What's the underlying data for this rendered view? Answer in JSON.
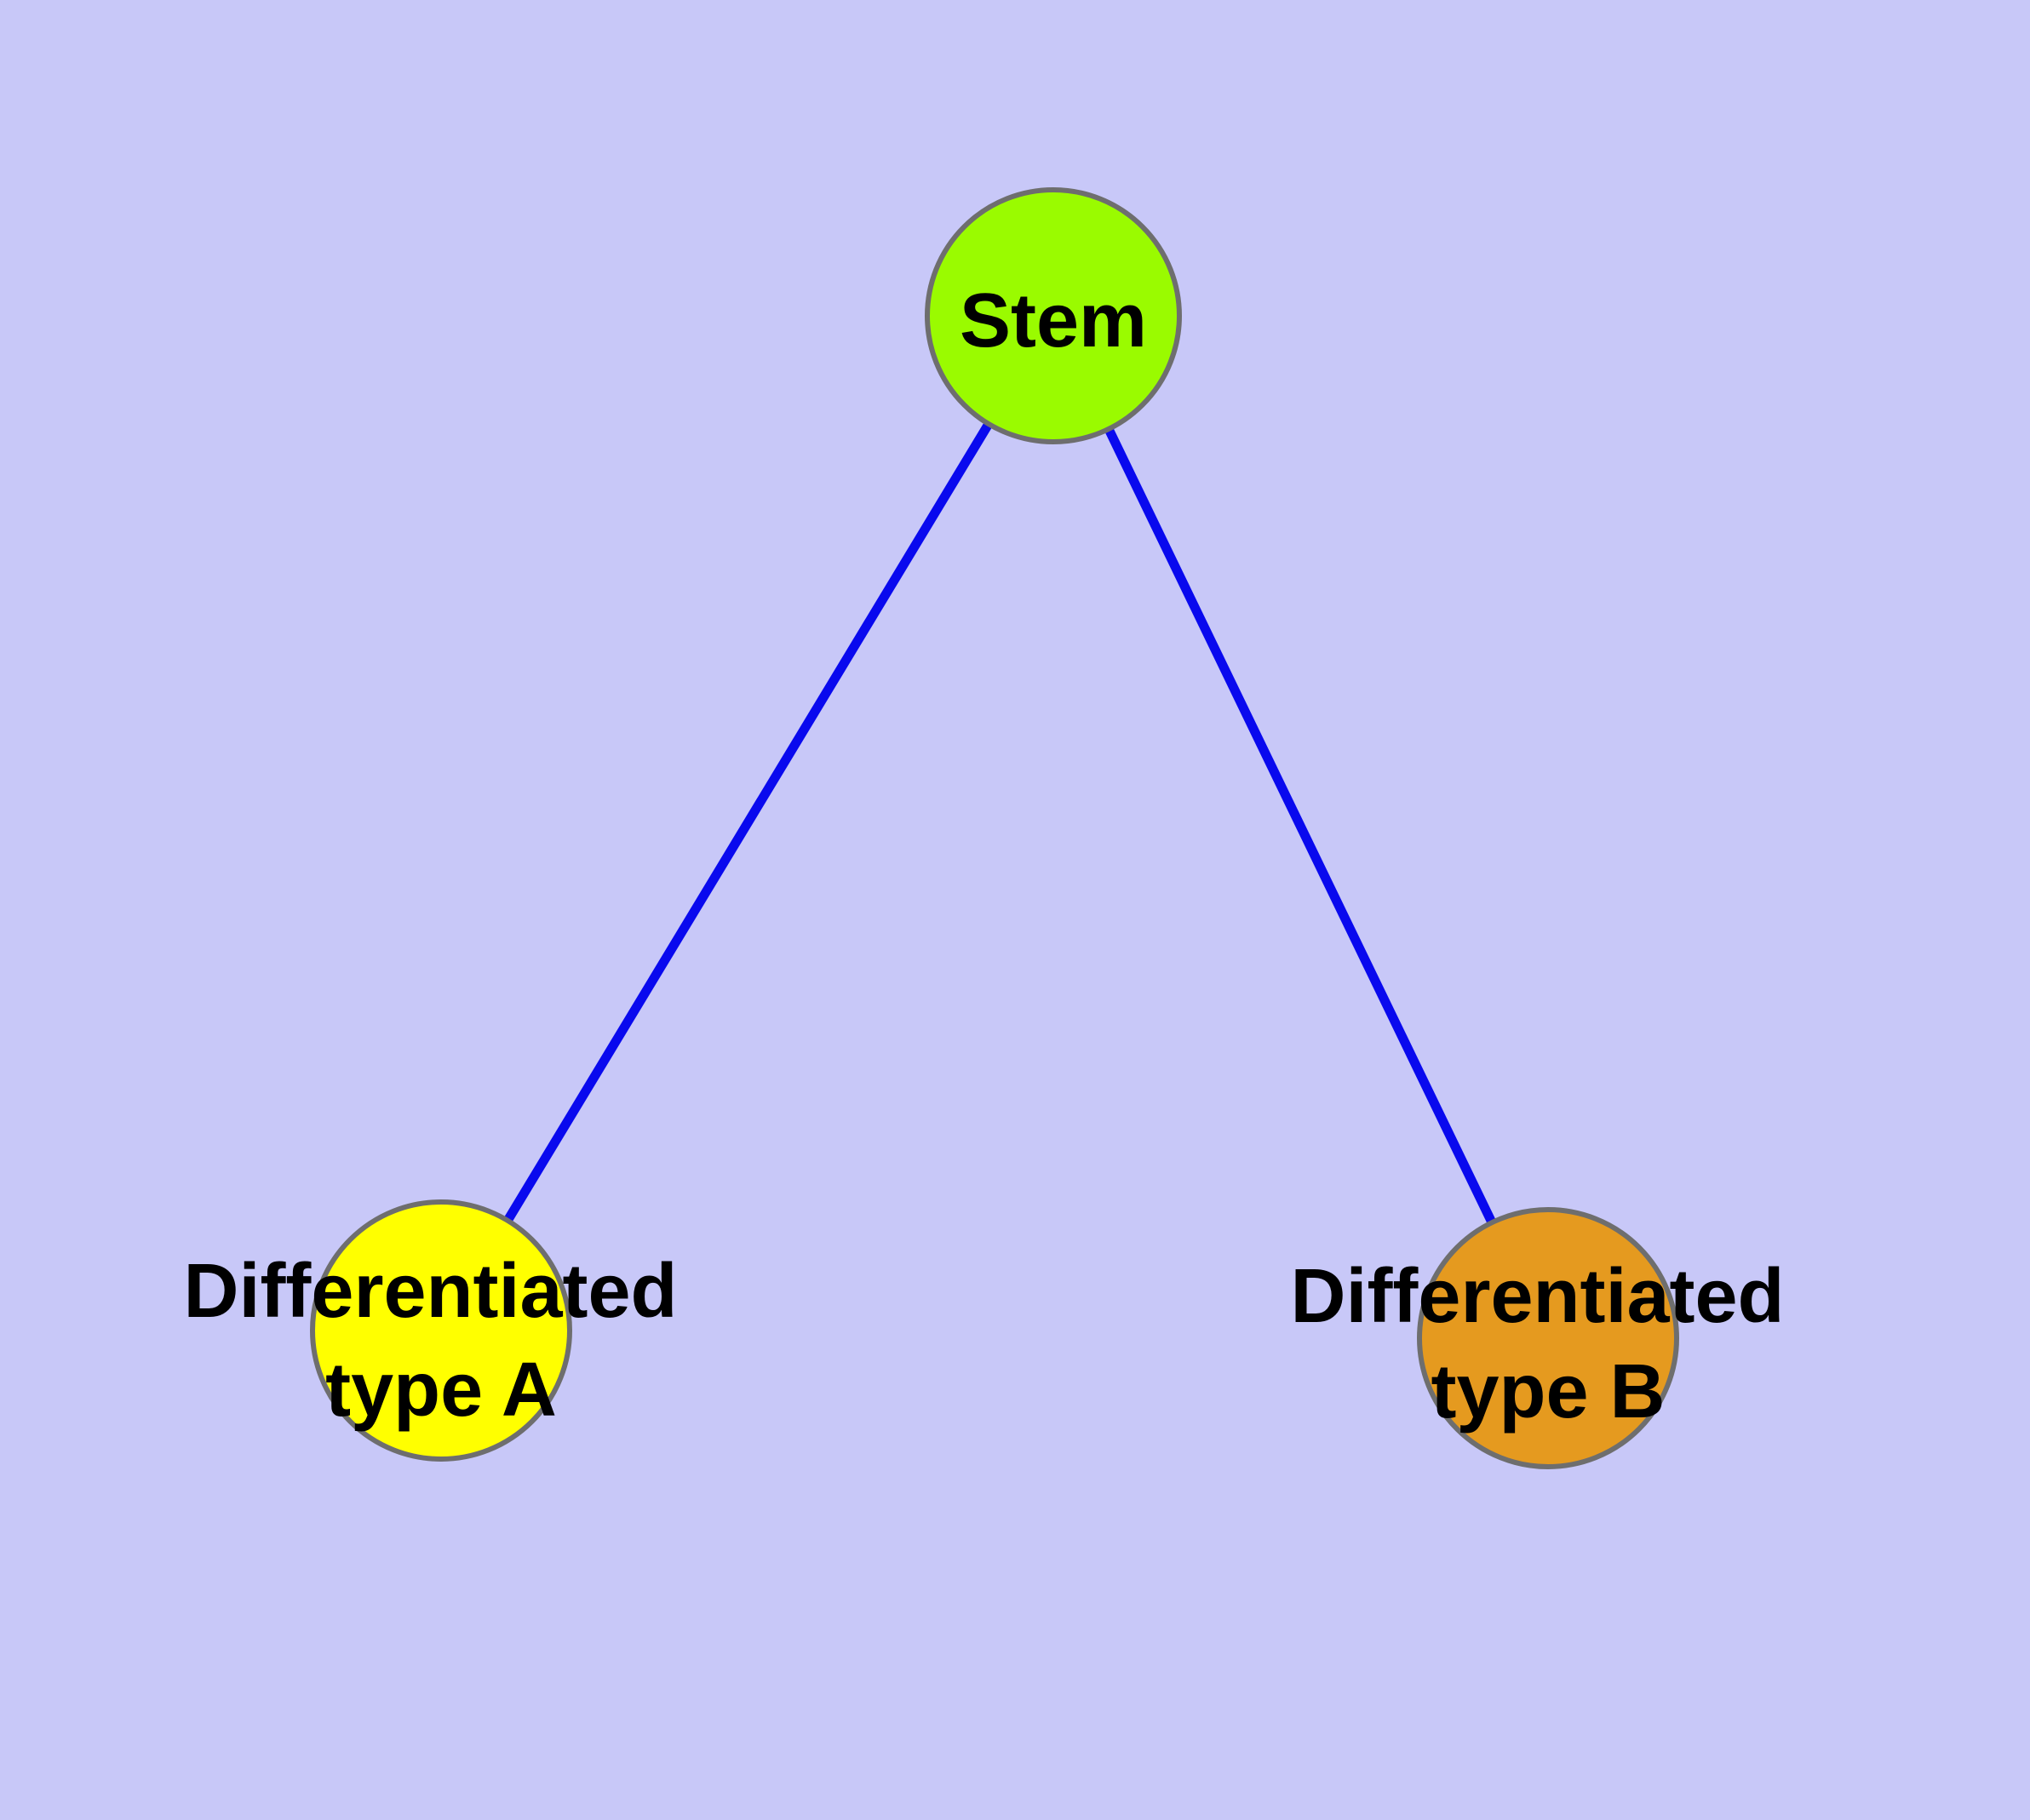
{
  "diagram": {
    "type": "node-link-graph",
    "background_color": "#c8c8f8",
    "edge_color": "#0909ee",
    "node_border_color": "#6e6e6e",
    "label_color": "#000000",
    "nodes": [
      {
        "id": "stem",
        "label": "Stem",
        "fill": "#9afb00"
      },
      {
        "id": "differentiated-type-a",
        "label": "Differentiated type A",
        "line1": "Differentiated",
        "line2": "type A",
        "fill": "#ffff00"
      },
      {
        "id": "differentiated-type-b",
        "label": "Differentiated type B",
        "line1": "Differentiated",
        "line2": "type B",
        "fill": "#e59a1f"
      }
    ],
    "edges": [
      {
        "from": "Stem",
        "to": "Differentiated type A"
      },
      {
        "from": "Stem",
        "to": "Differentiated type B"
      }
    ]
  }
}
